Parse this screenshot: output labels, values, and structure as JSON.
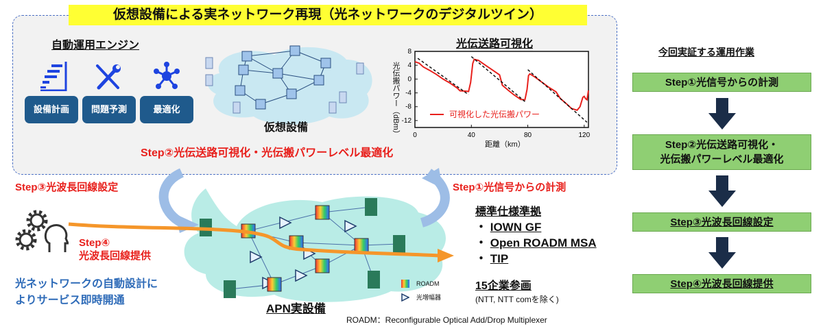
{
  "banner": "仮想設備による実ネットワーク再現（光ネットワークのデジタルツイン）",
  "engine": {
    "title": "自動運用エンジン",
    "buttons": [
      {
        "label": "設備計画",
        "icon": "staircase-chart-icon"
      },
      {
        "label": "問題予測",
        "icon": "wrench-screwdriver-icon"
      },
      {
        "label": "最適化",
        "icon": "network-hub-icon"
      }
    ]
  },
  "virtual_label": "仮想設備",
  "chart_data": {
    "type": "line",
    "title": "光伝送路可視化",
    "xlabel": "距離（km）",
    "ylabel": "光伝搬パワー（dBm）",
    "xlim": [
      0,
      123
    ],
    "ylim": [
      -14,
      8
    ],
    "xticks": [
      0,
      40,
      80,
      120
    ],
    "yticks": [
      8,
      4,
      0,
      -4,
      -8,
      -12
    ],
    "legend": "可視化した光伝搬パワー",
    "legend_position": "bottom-left",
    "series": [
      {
        "name": "可視化した光伝搬パワー",
        "color": "#e8201c",
        "points": [
          [
            0,
            5
          ],
          [
            3,
            4.6
          ],
          [
            6,
            3.5
          ],
          [
            10,
            2.6
          ],
          [
            15,
            1.4
          ],
          [
            20,
            0
          ],
          [
            25,
            -1.2
          ],
          [
            30,
            -2.6
          ],
          [
            32,
            -3.4
          ],
          [
            36,
            -3.5
          ],
          [
            38,
            -3.6
          ],
          [
            39.5,
            -1
          ],
          [
            41,
            4.5
          ],
          [
            42,
            5.7
          ],
          [
            45,
            5.4
          ],
          [
            50,
            4
          ],
          [
            55,
            2.6
          ],
          [
            60,
            1.2
          ],
          [
            62,
            -1.8
          ],
          [
            66,
            -3.2
          ],
          [
            70,
            -4.5
          ],
          [
            75,
            -5.9
          ],
          [
            78,
            -6
          ],
          [
            79.5,
            -3
          ],
          [
            80.5,
            1
          ],
          [
            81.5,
            1.5
          ],
          [
            85,
            0.6
          ],
          [
            90,
            -0.9
          ],
          [
            95,
            -2.4
          ],
          [
            100,
            -3.7
          ],
          [
            103,
            -5.6
          ],
          [
            107,
            -7
          ],
          [
            111,
            -8.5
          ],
          [
            115,
            -9
          ],
          [
            117,
            -8
          ],
          [
            119,
            -5.3
          ],
          [
            120,
            -5
          ],
          [
            121,
            -5.7
          ],
          [
            122,
            -6
          ],
          [
            123,
            -3.3
          ]
        ]
      },
      {
        "name": "fit-1",
        "color": "#111111",
        "dashed": true,
        "points": [
          [
            2,
            6
          ],
          [
            38,
            -4.5
          ]
        ]
      },
      {
        "name": "fit-2",
        "color": "#111111",
        "dashed": true,
        "points": [
          [
            40,
            6.5
          ],
          [
            78,
            -6.5
          ]
        ]
      },
      {
        "name": "fit-3",
        "color": "#111111",
        "dashed": true,
        "points": [
          [
            80,
            2.7
          ],
          [
            122,
            -12.5
          ]
        ]
      }
    ]
  },
  "steps_diagram": {
    "step2": "Step②光伝送路可視化・光伝搬パワーレベル最適化",
    "step3": "Step③光波長回線設定",
    "step1": "Step①光信号からの計測",
    "step4_line1": "Step④",
    "step4_line2": "光波長回線提供"
  },
  "auto_design": [
    "光ネットワークの自動設計に",
    "よりサービス即時開通"
  ],
  "apn_label": "APN実設備",
  "legend": {
    "roadm": "ROADM",
    "amp": "光増幅器"
  },
  "standards": {
    "title": "標準仕様準拠",
    "items": [
      "IOWN GF",
      "Open ROADM MSA",
      "TIP"
    ],
    "companies": "15企業参画",
    "companies_note": "(NTT, NTT comを除く)"
  },
  "footnote": "ROADM：Reconfigurable Optical Add/Drop Multiplexer",
  "right_panel": {
    "title": "今回実証する運用作業",
    "steps": [
      "Step①光信号からの計測",
      "Step②光伝送路可視化・",
      "光伝搬パワーレベル最適化",
      "Step③光波長回線設定",
      "Step④光波長回線提供"
    ]
  },
  "colors": {
    "accent_red": "#e8201c",
    "button_blue": "#1f5a8c",
    "step_green": "#8fcf73",
    "arrow_navy": "#1b2d48",
    "orange": "#f5962a"
  }
}
